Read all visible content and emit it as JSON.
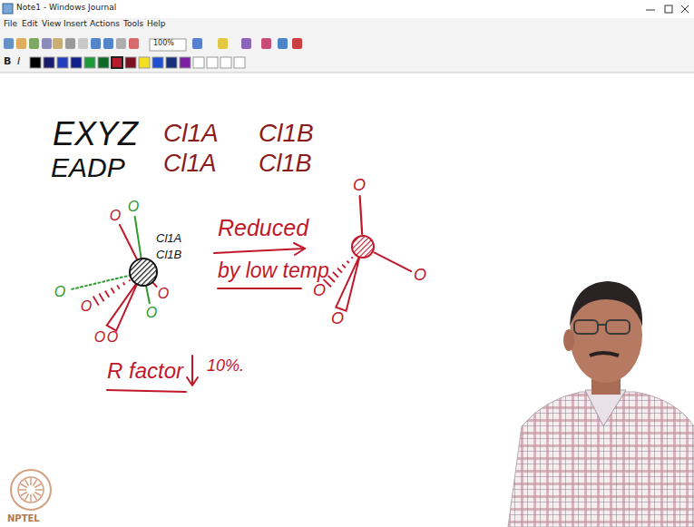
{
  "diagram": {
    "labels": [
      "Note1 - Windows Journal",
      "File",
      "Edit",
      "View",
      "Insert",
      "Actions",
      "Tools",
      "Help",
      "100%",
      "B",
      "I",
      "EXYZ",
      "Cl1A",
      "Cl1B",
      "EADP",
      "Cl1A",
      "Cl1B",
      "Cl1A",
      "Cl1B",
      "Reduced",
      "by low temp",
      "R factor",
      "10%.",
      "O",
      "O",
      "O",
      "O",
      "O",
      "O",
      "O",
      "O",
      "O",
      "O",
      "O",
      "O",
      "NPTEL"
    ]
  }
}
